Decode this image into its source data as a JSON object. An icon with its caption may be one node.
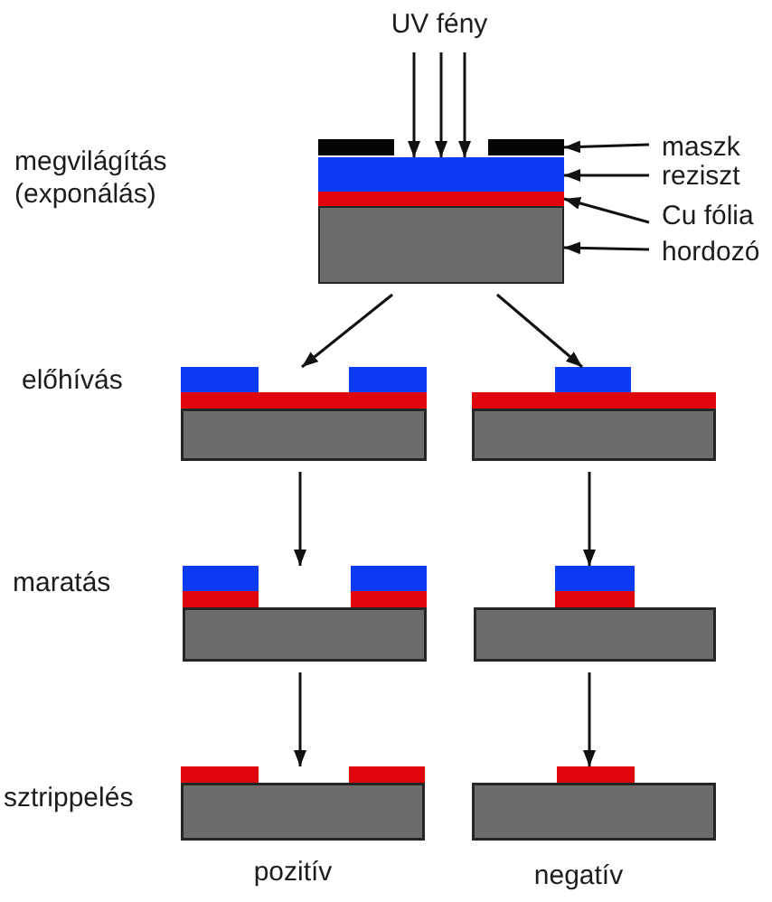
{
  "diagram": {
    "nodes": [
      {
        "text": [
          "UV fény"
        ]
      },
      {
        "text": [],
        "shape": "bar"
      },
      {
        "text": [],
        "shape": "bar"
      },
      {
        "text": [],
        "shape": "bar"
      },
      {
        "text": [],
        "shape": "box"
      },
      {
        "text": [
          "maszk"
        ]
      },
      {
        "text": [
          "reziszt"
        ]
      },
      {
        "text": [
          "Cu fólia"
        ]
      },
      {
        "text": [
          "hordozó"
        ]
      },
      {
        "text": [],
        "shape": "box"
      },
      {
        "text": [],
        "shape": "box"
      },
      {
        "text": [],
        "shape": "box"
      },
      {
        "text": [],
        "shape": "box"
      },
      {
        "text": [],
        "shape": "box"
      },
      {
        "text": [],
        "shape": "box"
      }
    ],
    "edges": [
      {
        "from": 0,
        "to": 2,
        "arrow": "to"
      },
      {
        "from": 0,
        "to": 2,
        "arrow": "to"
      },
      {
        "from": 0,
        "to": 2,
        "arrow": "to"
      },
      {
        "from": 5,
        "to": 1,
        "arrow": "to"
      },
      {
        "from": 6,
        "to": 2,
        "arrow": "to"
      },
      {
        "from": 7,
        "to": 3,
        "arrow": "to"
      },
      {
        "from": 8,
        "to": 4,
        "arrow": "to"
      },
      {
        "from": 4,
        "to": 9,
        "arrow": "to"
      },
      {
        "from": 4,
        "to": 10,
        "arrow": "to"
      },
      {
        "from": 9,
        "to": 11,
        "arrow": "to"
      },
      {
        "from": 10,
        "to": 12,
        "arrow": "to"
      },
      {
        "from": 11,
        "to": 13,
        "arrow": "to"
      },
      {
        "from": 12,
        "to": 14,
        "arrow": "to"
      }
    ],
    "labels": [
      "megvilágítás (exponálás)",
      "előhívás",
      "maratás",
      "sztrippelés",
      "pozitív",
      "negatív"
    ]
  }
}
